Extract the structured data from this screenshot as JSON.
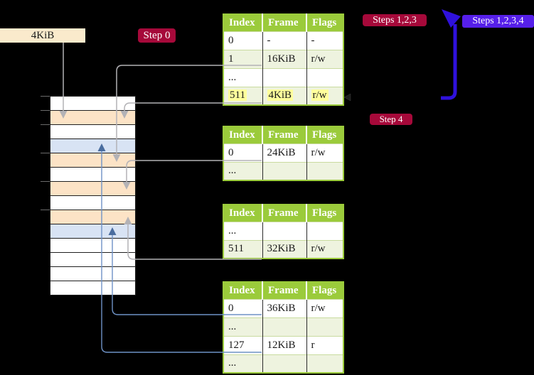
{
  "labels": {
    "frame_4kib": "4KiB",
    "step0": "Step 0",
    "steps123": "Steps 1,2,3",
    "steps1234": "Steps 1,2,3,4",
    "step4": "Step 4"
  },
  "colors": {
    "crimson_badge": "#A6093A",
    "violet_badge": "#561FEA",
    "cream_label": "#FAEACC",
    "table_header_green": "#9BCB3B",
    "table_row_alt": "#EEF3DF",
    "highlight_yellow": "#FFFF9C",
    "strip_frame_row": "#FCE3C6",
    "strip_page_row": "#D8E3F4",
    "gray_arrow": "#B3B2B6",
    "blue_arrow_line": "#6E92C6",
    "blue_arrow_head": "#4A6D9F",
    "thick_blue_arrow": "#2F11DC"
  },
  "memory_strip": {
    "rows": [
      "plain",
      "frame",
      "plain",
      "page",
      "frame",
      "plain",
      "frame",
      "plain",
      "frame",
      "page",
      "plain",
      "plain",
      "plain",
      "plain"
    ]
  },
  "tables": [
    {
      "name": "page-table-level4",
      "columns": [
        "Index",
        "Frame",
        "Flags"
      ],
      "rows": [
        {
          "cells": [
            "0",
            "-",
            "-"
          ],
          "shaded": false,
          "highlight": false
        },
        {
          "cells": [
            "1",
            "16KiB",
            "r/w"
          ],
          "shaded": true,
          "highlight": false
        },
        {
          "cells": [
            "...",
            "",
            ""
          ],
          "shaded": false,
          "highlight": false
        },
        {
          "cells": [
            "511",
            "4KiB",
            "r/w"
          ],
          "shaded": true,
          "highlight": true
        }
      ]
    },
    {
      "name": "page-table-level3",
      "columns": [
        "Index",
        "Frame",
        "Flags"
      ],
      "rows": [
        {
          "cells": [
            "0",
            "24KiB",
            "r/w"
          ],
          "shaded": false,
          "highlight": false
        },
        {
          "cells": [
            "...",
            "",
            ""
          ],
          "shaded": true,
          "highlight": false
        }
      ]
    },
    {
      "name": "page-table-level2",
      "columns": [
        "Index",
        "Frame",
        "Flags"
      ],
      "rows": [
        {
          "cells": [
            "...",
            "",
            ""
          ],
          "shaded": false,
          "highlight": false
        },
        {
          "cells": [
            "511",
            "32KiB",
            "r/w"
          ],
          "shaded": true,
          "highlight": false
        }
      ]
    },
    {
      "name": "page-table-level1",
      "columns": [
        "Index",
        "Frame",
        "Flags"
      ],
      "rows": [
        {
          "cells": [
            "0",
            "36KiB",
            "r/w"
          ],
          "shaded": false,
          "highlight": false
        },
        {
          "cells": [
            "...",
            "",
            ""
          ],
          "shaded": true,
          "highlight": false
        },
        {
          "cells": [
            "127",
            "12KiB",
            "r"
          ],
          "shaded": false,
          "highlight": false
        },
        {
          "cells": [
            "...",
            "",
            ""
          ],
          "shaded": true,
          "highlight": false
        }
      ]
    }
  ]
}
